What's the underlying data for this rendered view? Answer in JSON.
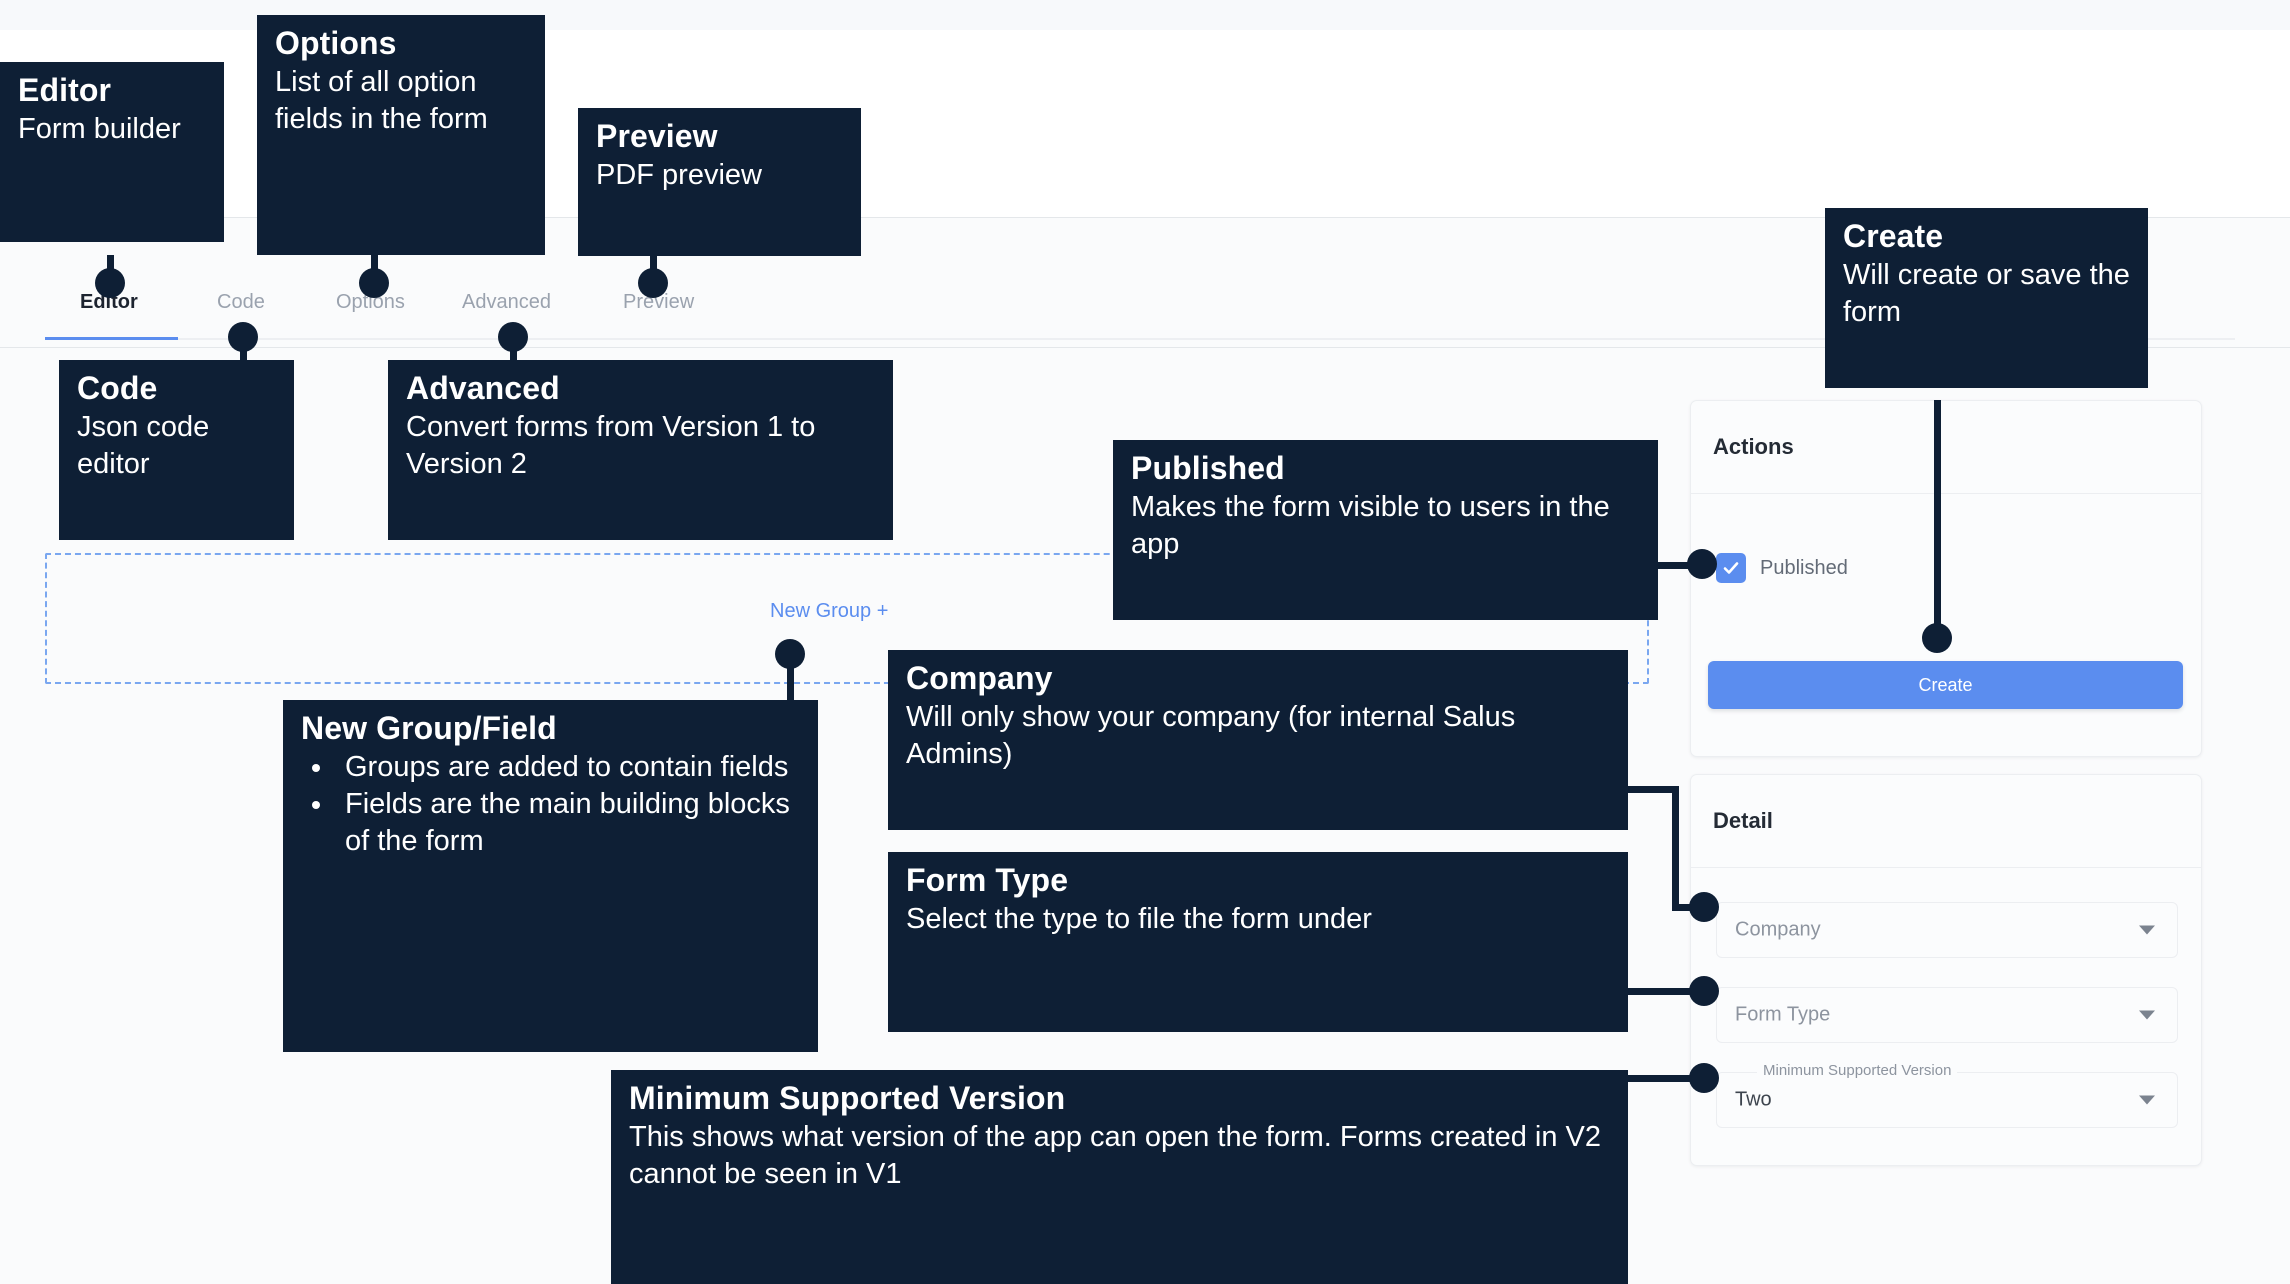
{
  "app": {
    "tabs": [
      {
        "label": "Editor",
        "active": true
      },
      {
        "label": "Code",
        "active": false
      },
      {
        "label": "Options",
        "active": false
      },
      {
        "label": "Advanced",
        "active": false
      },
      {
        "label": "Preview",
        "active": false
      }
    ],
    "canvas": {
      "new_group_label": "New Group +"
    },
    "actions_card": {
      "title": "Actions",
      "published_label": "Published",
      "published_checked": true,
      "create_label": "Create"
    },
    "detail_card": {
      "title": "Detail",
      "fields": [
        {
          "name": "company",
          "placeholder": "Company",
          "value": "",
          "float_label": ""
        },
        {
          "name": "formtype",
          "placeholder": "Form Type",
          "value": "",
          "float_label": ""
        },
        {
          "name": "minver",
          "placeholder": "",
          "value": "Two",
          "float_label": "Minimum Supported Version"
        }
      ]
    }
  },
  "annotations": [
    {
      "id": "editor",
      "title": "Editor",
      "body": "Form builder"
    },
    {
      "id": "options",
      "title": "Options",
      "body": "List of all option fields in the form"
    },
    {
      "id": "preview",
      "title": "Preview",
      "body": "PDF preview"
    },
    {
      "id": "code",
      "title": "Code",
      "body": "Json code editor"
    },
    {
      "id": "advanced",
      "title": "Advanced",
      "body": "Convert forms from Version 1 to Version 2"
    },
    {
      "id": "create",
      "title": "Create",
      "body": "Will create or save the form"
    },
    {
      "id": "published",
      "title": "Published",
      "body": "Makes the form visible to users in the app"
    },
    {
      "id": "newgroup",
      "title": "New Group/Field",
      "bullets": [
        "Groups are added to contain fields",
        "Fields are the main building blocks of the form"
      ]
    },
    {
      "id": "company",
      "title": "Company",
      "body": "Will only show your company (for internal Salus Admins)"
    },
    {
      "id": "formtype",
      "title": "Form Type",
      "body": "Select the type to file the form under"
    },
    {
      "id": "minver",
      "title": "Minimum Supported Version",
      "body": "This shows what version of the app can open the form. Forms created in V2 cannot be seen in V1"
    }
  ],
  "colors": {
    "callout_bg": "#0e1f35",
    "accent_blue": "#5b8def",
    "dashed_blue": "#7aa7f0"
  }
}
